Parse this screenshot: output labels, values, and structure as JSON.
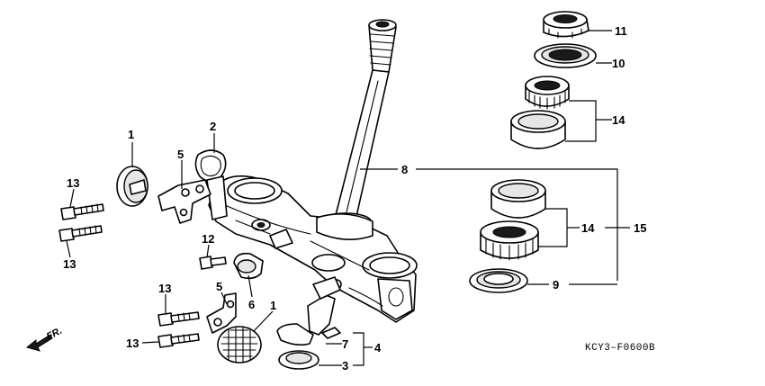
{
  "callouts": {
    "c1a": "1",
    "c1b": "1",
    "c2": "2",
    "c3": "3",
    "c4": "4",
    "c5a": "5",
    "c5b": "5",
    "c6": "6",
    "c7": "7",
    "c8": "8",
    "c9": "9",
    "c10": "10",
    "c11": "11",
    "c12": "12",
    "c13a": "13",
    "c13b": "13",
    "c13c": "13",
    "c13d": "13",
    "c14a": "14",
    "c14b": "14",
    "c15": "15"
  },
  "diagram_code": "KCY3–F0600B",
  "direction_label": "FR."
}
